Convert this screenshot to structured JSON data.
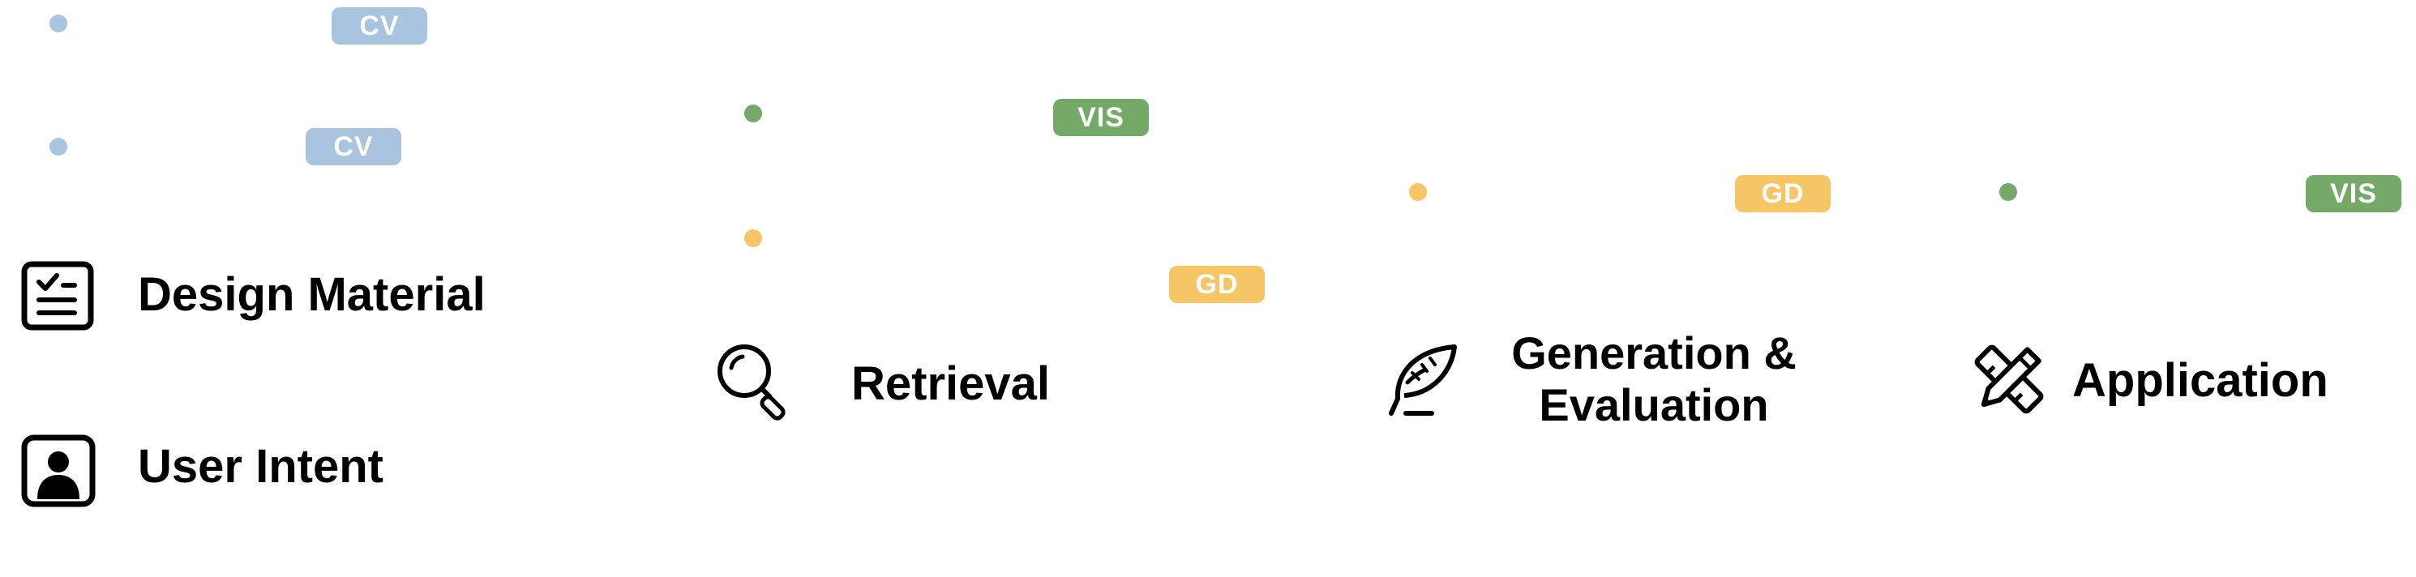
{
  "colors": {
    "cv": "#a9c4de",
    "vis": "#74a968",
    "gd": "#f6c666"
  },
  "tags": {
    "cv_top": "CV",
    "cv_mid": "CV",
    "vis_retrieval": "VIS",
    "gd_retrieval": "GD",
    "gd_generation": "GD",
    "vis_application": "VIS"
  },
  "stages": {
    "design_material": {
      "label": "Design Material",
      "icon": "checklist-icon"
    },
    "user_intent": {
      "label": "User Intent",
      "icon": "user-icon"
    },
    "retrieval": {
      "label": "Retrieval",
      "icon": "search-icon"
    },
    "generation": {
      "line1": "Generation &",
      "line2": "Evaluation",
      "icon": "quill-icon"
    },
    "application": {
      "label": "Application",
      "icon": "pencil-ruler-icon"
    }
  }
}
